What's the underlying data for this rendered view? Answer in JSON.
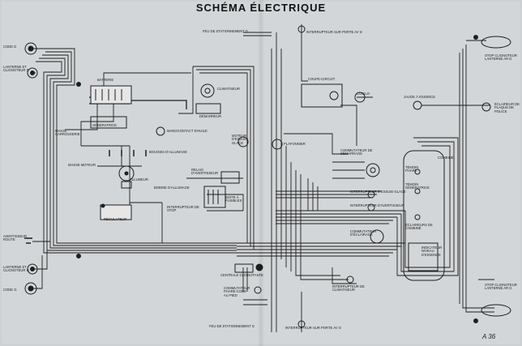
{
  "title": "SCHÉMA ÉLECTRIQUE",
  "page_number": "A 36",
  "labels": {
    "code_d": "CODE D",
    "lanterne_clignoteur_d": "LANTERNE ET CLIGNOTEUR D",
    "batterie": "BATTERIE",
    "masse_carrosserie": "MASSE CARROSSERIE",
    "masse_moteur": "MASSE MOTEUR",
    "generatrice": "GÉNÉRATRICE",
    "demarreur": "DÉMARREUR",
    "climatiseur": "CLIMATISEUR",
    "manocontact_huile": "MANOCONTACT D'HUILE",
    "bougies_allumage": "BOUGIES D'ALLUMAGE",
    "allumeur": "ALLUMEUR",
    "moteur_essuie_glace": "MOTEUR D'ESSUIE-GLACE",
    "relais_avertisseur": "RELAIS D'AVERTISSEUR",
    "bobine_allumage": "BOBINE D'ALLUMAGE",
    "boite_fusibles": "BOITE À FUSIBLES",
    "regulateur": "RÉGULATEUR",
    "interrupteur_stop": "INTERRUPTEUR DE STOP",
    "avertisseur_route": "AVERTISSEUR ROUTE",
    "lanterne_clignoteur_g": "LANTERNE ET CLIGNOTEUR G",
    "code_g": "CODE G",
    "feu_stationnement_d": "FEU DE STATIONNEMENT D",
    "interrupteur_porte_avd": "INTERRUPTEUR SUR PORTE AV D",
    "coupe_circuit": "COUPE-CIRCUIT",
    "cocilo": "COCILO",
    "plafonnier": "PLAFONNIER",
    "jauge_essence": "JAUGE À ESSENCE",
    "stop_clignoteur_lanterne_d": "STOP CLIGNOTEUR LANTERNE AR D",
    "eclaireur_plaque": "ÉCLAIREUR DE PLAQUE DE POLICE",
    "commutateur_demarrage": "COMMUTATEUR DE DÉMARRAGE",
    "interrupteur_essuie_glace": "INTERRUPTEUR D'ESSUIE-GLACE",
    "interrupteur_avertisseur": "INTERRUPTEUR D'AVERTISSEUR",
    "commutateur_eclairage": "COMMUTATEUR D'ÉCLAIRAGE",
    "combine": "COMBINÉ",
    "temoin_phare": "TÉMOIN PHARE",
    "temoin_generatrice": "TÉMOIN GÉNÉRATRICE",
    "eclaireurs_combine": "ÉCLAIREURS DE COMBINÉ",
    "indicateur_niveau": "INDICATEUR NIVEAU D'ESSENCE",
    "centrale_clignotante": "CENTRALE CLIGNOTANTE",
    "commutateur_phare_code": "COMMUTATEUR PHARE-CODE AU PIED",
    "interrupteur_climatiseur": "INTERRUPTEUR DE CLIMATISEUR",
    "feu_stationnement_g": "FEU DE STATIONNEMENT G",
    "interrupteur_porte_avg": "INTERRUPTEUR SUR PORTE AV G",
    "stop_clignoteur_lanterne_g": "STOP CLIGNOTEUR LANTERNE AR G"
  }
}
